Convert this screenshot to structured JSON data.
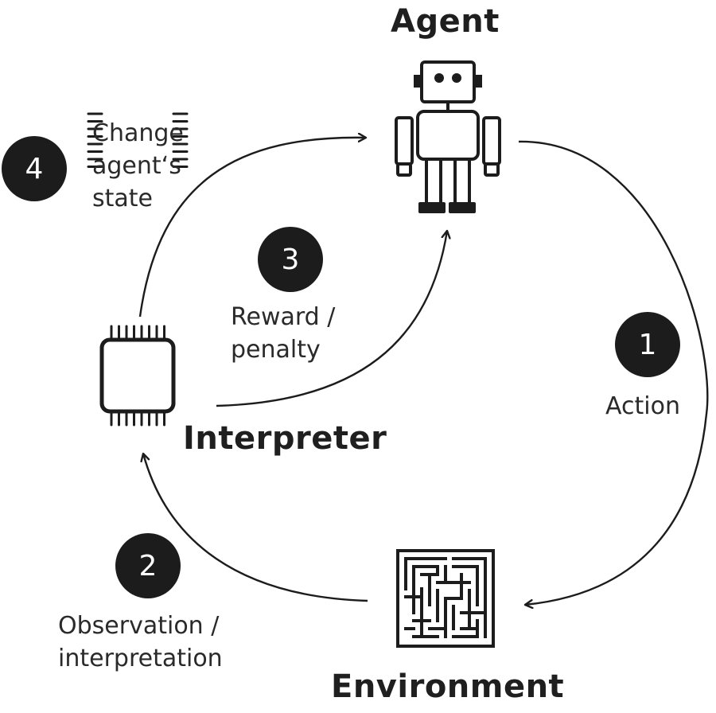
{
  "nodes": {
    "agent": "Agent",
    "interpreter": "Interpreter",
    "environment": "Environment"
  },
  "steps": [
    {
      "number": "1",
      "label": "Action"
    },
    {
      "number": "2",
      "label": "Observation /\ninterpretation"
    },
    {
      "number": "3",
      "label": "Reward /\npenalty"
    },
    {
      "number": "4",
      "label": "Change\nagent‘s\nstate"
    }
  ],
  "icons": {
    "agent": "robot-icon",
    "interpreter": "processor-chip-icon",
    "environment": "maze-icon"
  },
  "colors": {
    "ink": "#1c1c1c",
    "background": "#ffffff"
  }
}
